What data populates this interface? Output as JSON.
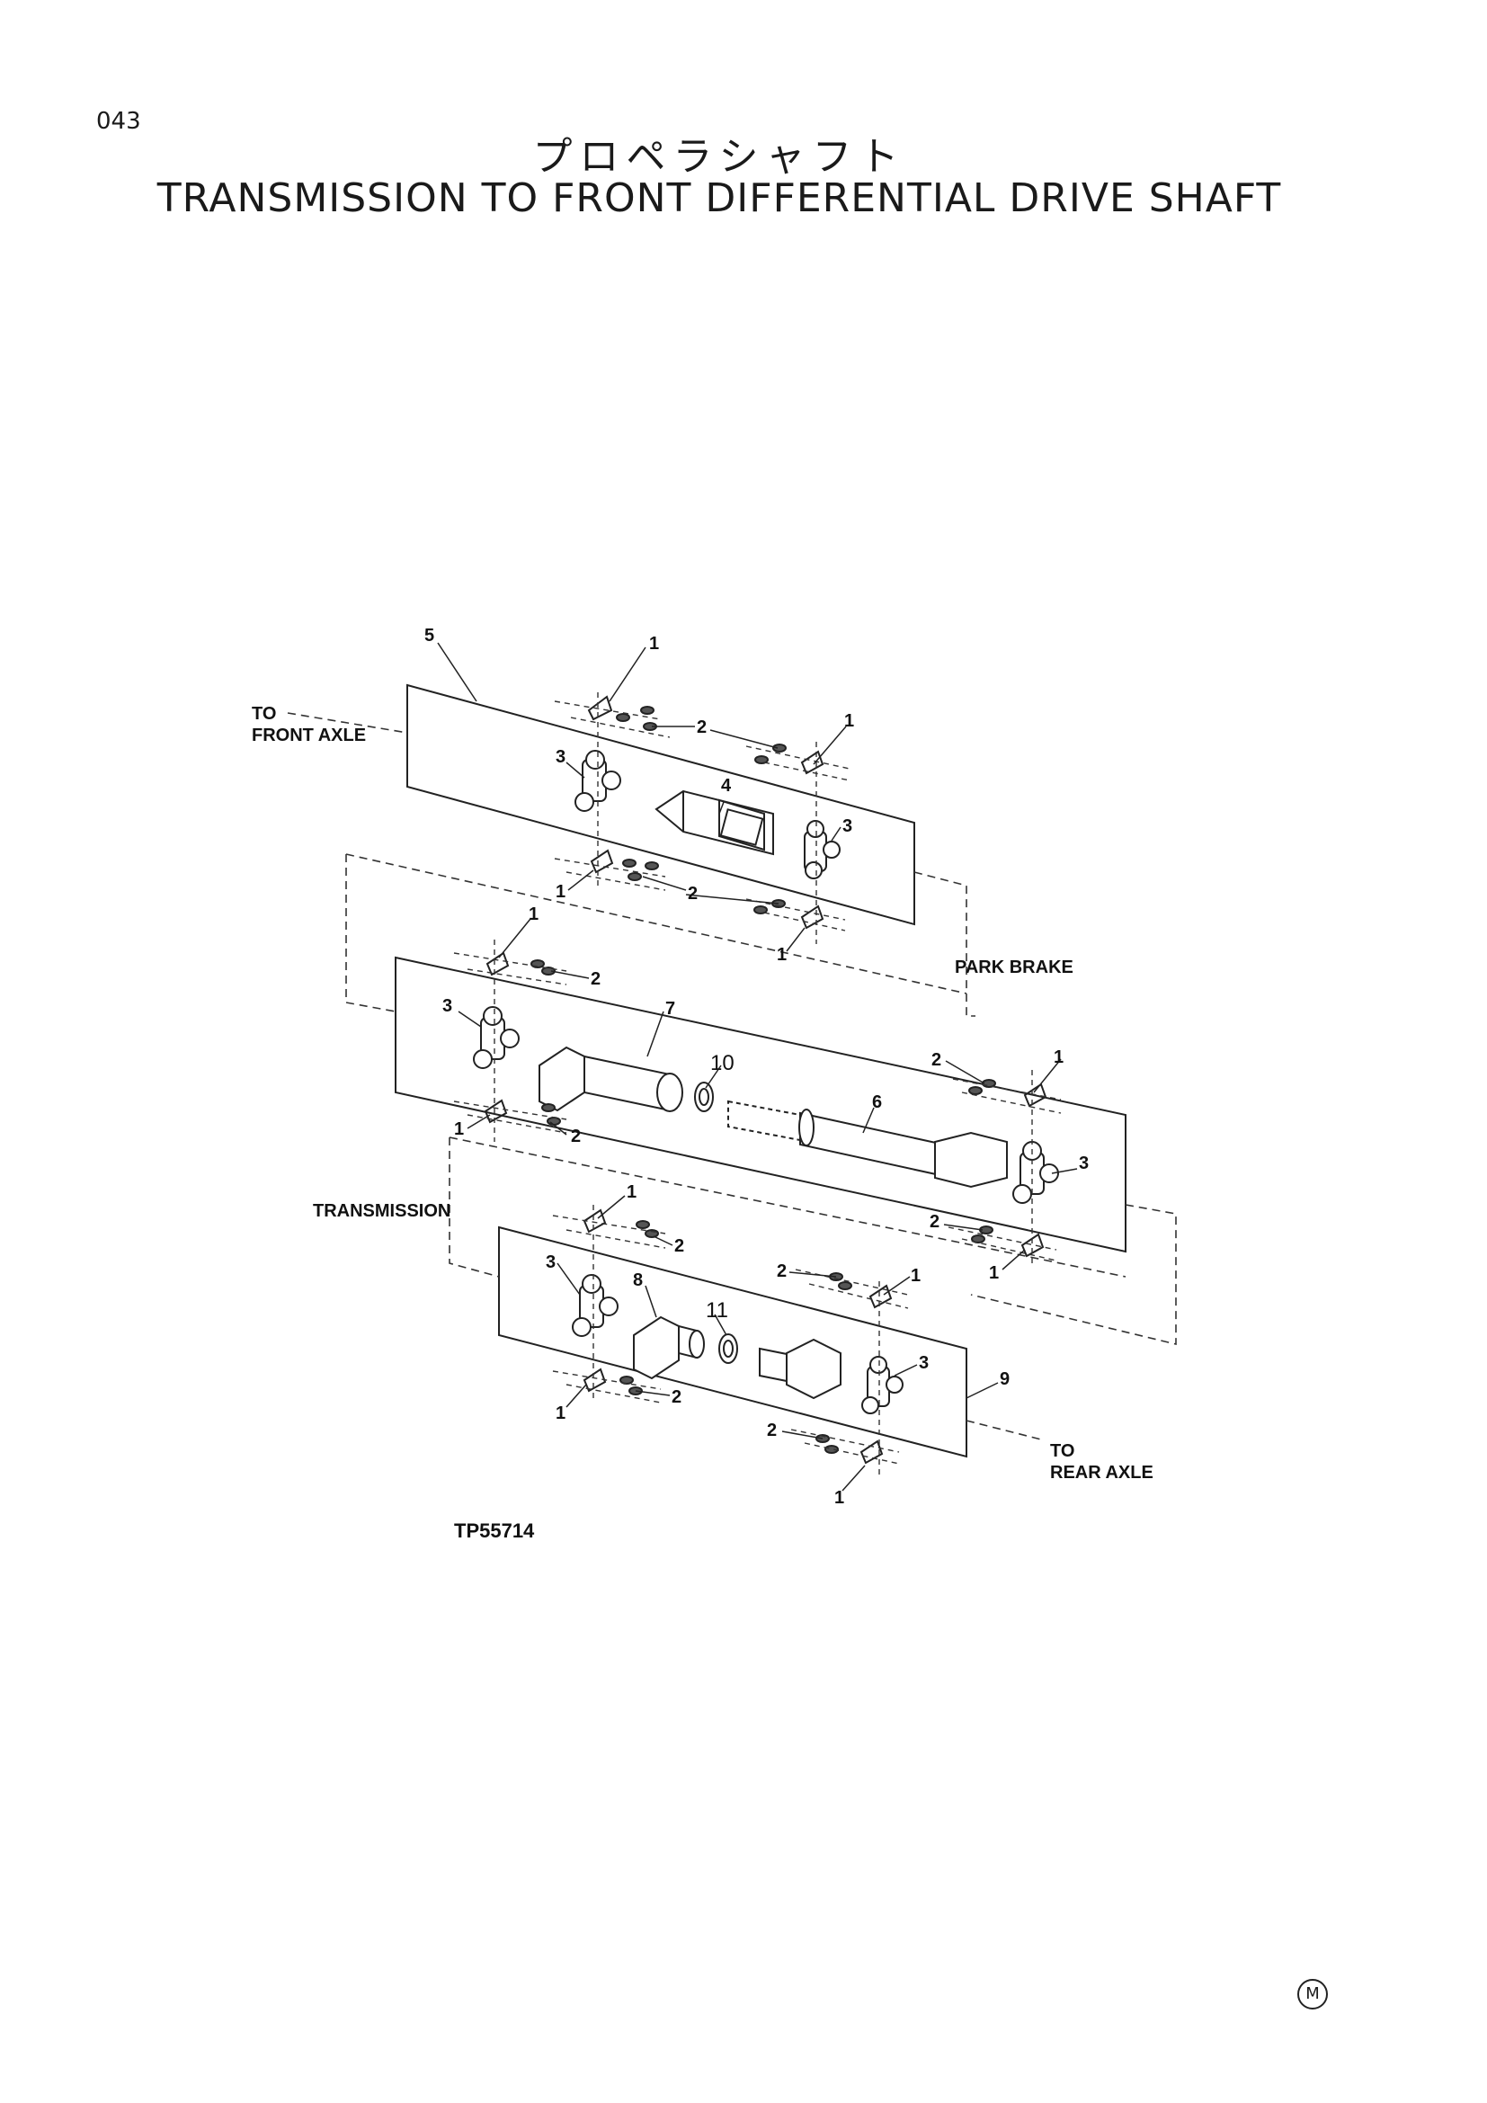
{
  "header": {
    "page_number": "043",
    "title_jp": "プロペラシャフト",
    "title_en": "TRANSMISSION TO FRONT DIFFERENTIAL DRIVE SHAFT"
  },
  "labels": {
    "to_front_axle_1": "TO",
    "to_front_axle_2": "FRONT AXLE",
    "park_brake": "PARK BRAKE",
    "transmission": "TRANSMISSION",
    "to_rear_axle_1": "TO",
    "to_rear_axle_2": "REAR AXLE"
  },
  "callouts": {
    "c1": "1",
    "c2": "2",
    "c3": "3",
    "c4": "4",
    "c5": "5",
    "c6": "6",
    "c7": "7",
    "c8": "8",
    "c9": "9",
    "c10": "10",
    "c11": "11"
  },
  "figure_code": "TP55714",
  "manufacturer_mark": "M"
}
